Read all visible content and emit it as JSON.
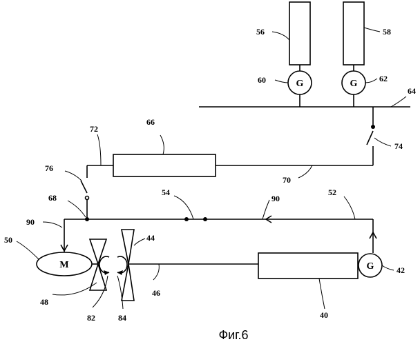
{
  "caption": "Фиг.6",
  "symbols": {
    "generator": "G",
    "motor": "M"
  },
  "labels": {
    "l40": "40",
    "l42": "42",
    "l44": "44",
    "l46": "46",
    "l48": "48",
    "l50": "50",
    "l52": "52",
    "l54": "54",
    "l56": "56",
    "l58": "58",
    "l60": "60",
    "l62": "62",
    "l64": "64",
    "l66": "66",
    "l68": "68",
    "l70": "70",
    "l72": "72",
    "l74": "74",
    "l76": "76",
    "l82": "82",
    "l84": "84",
    "l90a": "90",
    "l90b": "90"
  }
}
